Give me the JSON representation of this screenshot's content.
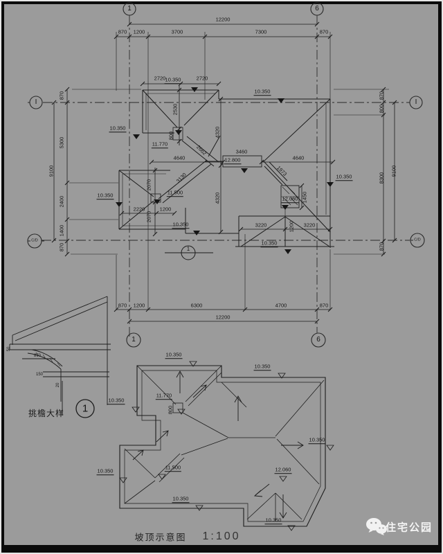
{
  "upper_plan": {
    "axes": {
      "col_left": "1",
      "col_right": "6",
      "row_top": "I",
      "row_bottom": "C/D"
    },
    "dims": {
      "top_total": "12200",
      "bottom_total": "12200",
      "left_total": "9100",
      "right_total": "9100",
      "top_chain": [
        "870",
        "1200",
        "3700",
        "7300",
        "870"
      ],
      "bottom_chain": [
        "870",
        "1200",
        "6300",
        "4700",
        "870"
      ],
      "left_chain": [
        "870",
        "5300",
        "2400",
        "1400",
        "870"
      ],
      "right_chain": [
        "870",
        "800",
        "8300",
        "870"
      ]
    },
    "roof_dims": {
      "pav_w1": "2720",
      "pav_w2": "2720",
      "pav_d": "2530",
      "pav_ridge_drop": "800",
      "valley_ne": "2662",
      "side_u": "4320",
      "side_l": "4320",
      "ridge_l": "4640",
      "ridge": "3460",
      "ridge_r": "4640",
      "valley_se": "1973",
      "valley_sw": "3130",
      "wing_d1": "2070",
      "wing_d2": "2070",
      "wing_w1": "2220",
      "wing_w2": "1200",
      "porch_w1": "3220",
      "porch_w2": "3220",
      "porch_mid": "1200",
      "chimney_h": "1450"
    },
    "levels": {
      "eave": "10.350",
      "pav_ridge": "11.770",
      "main_ridge": "12.800",
      "wing_ridge": "11.500",
      "chimney": "12.060"
    },
    "detail_ref": "1"
  },
  "lower_plan": {
    "levels": {
      "eave": "10.350",
      "pav_ridge": "11.770",
      "pav_drop": "800",
      "wing_ridge": "11.500",
      "chimney": "12.060"
    }
  },
  "eave_detail": {
    "caption": "挑檐大样",
    "bubble": "1",
    "dims": {
      "overhang": "870",
      "d150": "150",
      "d50": "50",
      "d20": "20"
    }
  },
  "footer": {
    "title": "坡顶示意图",
    "scale": "1:100"
  },
  "watermark": {
    "label": "住宅公园"
  }
}
